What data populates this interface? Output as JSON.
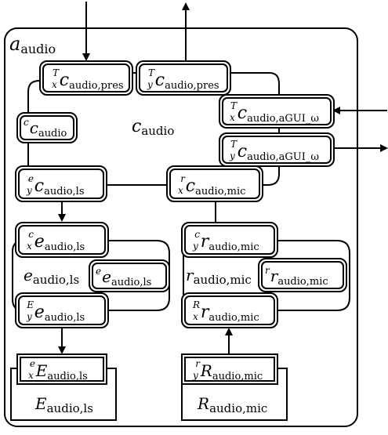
{
  "outer": {
    "label": {
      "base": "a",
      "sub": "audio"
    }
  },
  "center_label": {
    "base": "c",
    "sub": "audio"
  },
  "nodes": {
    "c_pres_x": {
      "pre_sup": "T",
      "pre_sub": "x",
      "base": "c",
      "sub": "audio,pres"
    },
    "c_pres_y": {
      "pre_sup": "T",
      "pre_sub": "y",
      "base": "c",
      "sub": "audio,pres"
    },
    "c_agui_x": {
      "pre_sup": "T",
      "pre_sub": "x",
      "base": "c",
      "sub": "audio,aGUI_ω"
    },
    "c_agui_y": {
      "pre_sup": "T",
      "pre_sub": "y",
      "base": "c",
      "sub": "audio,aGUI_ω"
    },
    "c_audio": {
      "pre_sup": "c",
      "pre_sub": "",
      "base": "c",
      "sub": "audio"
    },
    "c_ls": {
      "pre_sup": "e",
      "pre_sub": "y",
      "base": "c",
      "sub": "audio,ls"
    },
    "c_mic": {
      "pre_sup": "r",
      "pre_sub": "x",
      "base": "c",
      "sub": "audio,mic"
    },
    "e_ls_x": {
      "pre_sup": "c",
      "pre_sub": "x",
      "base": "e",
      "sub": "audio,ls"
    },
    "e_ls_e": {
      "pre_sup": "e",
      "pre_sub": "",
      "base": "e",
      "sub": "audio,ls"
    },
    "e_ls_y": {
      "pre_sup": "E",
      "pre_sub": "y",
      "base": "e",
      "sub": "audio,ls"
    },
    "r_mic_y": {
      "pre_sup": "c",
      "pre_sub": "y",
      "base": "r",
      "sub": "audio,mic"
    },
    "r_mic_r": {
      "pre_sup": "r",
      "pre_sub": "",
      "base": "r",
      "sub": "audio,mic"
    },
    "r_mic_x": {
      "pre_sup": "R",
      "pre_sub": "x",
      "base": "r",
      "sub": "audio,mic"
    },
    "E_ls_x": {
      "pre_sup": "e",
      "pre_sub": "x",
      "base": "E",
      "sub": "audio,ls"
    },
    "R_mic_y": {
      "pre_sup": "r",
      "pre_sub": "y",
      "base": "R",
      "sub": "audio,mic"
    }
  },
  "plain_labels": {
    "e_ls": {
      "base": "e",
      "sub": "audio,ls"
    },
    "r_mic": {
      "base": "r",
      "sub": "audio,mic"
    },
    "E_ls": {
      "base": "E",
      "sub": "audio,ls"
    },
    "R_mic": {
      "base": "R",
      "sub": "audio,mic"
    }
  }
}
